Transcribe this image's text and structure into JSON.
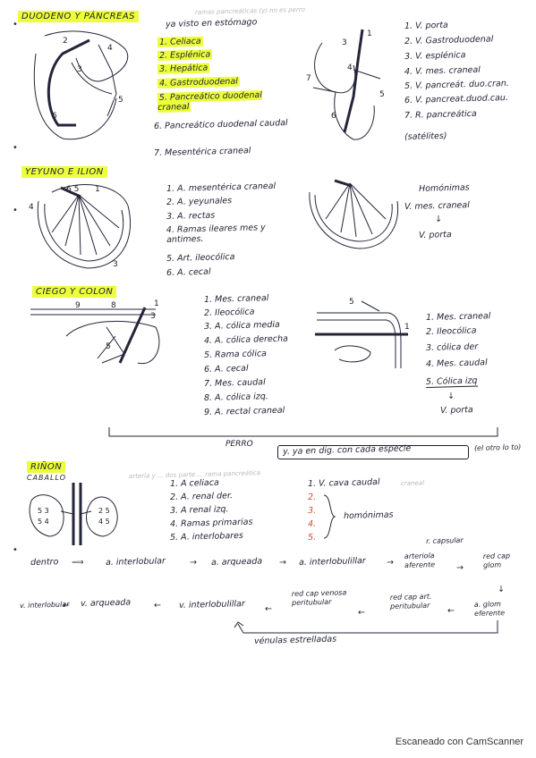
{
  "sections": {
    "duodeno": {
      "title": "DUODENO Y PÁNCREAS",
      "note_faint": "ramas pancreáticas (y) no es perro",
      "note": "ya visto en estómago",
      "items": [
        "1. Celiaca",
        "2. Esplénica",
        "3. Hepática",
        "4. Gastroduodenal",
        "5. Pancreático duodenal craneal",
        "6. Pancreático duodenal caudal",
        "7. Mesentérica craneal"
      ],
      "veins": [
        "1. V. porta",
        "2. V. Gastroduodenal",
        "3. V. esplénica",
        "4. V. mes. craneal",
        "5. V. pancreát. duo.cran.",
        "6. V. pancreat.duod.cau.",
        "7. R. pancreática"
      ],
      "veins_note": "(satélites)"
    },
    "yeyuno": {
      "title": "YEYUNO E ILION",
      "items": [
        "1. A. mesentérica craneal",
        "2. A. yeyunales",
        "3. A. rectas",
        "4. Ramas ileares mes y antimes.",
        "5. Art. ileocólica",
        "6. A. cecal"
      ],
      "right": [
        "Homónimas",
        "V. mes. craneal",
        "V. porta"
      ]
    },
    "ciego": {
      "title": "CIEGO Y COLON",
      "items": [
        "1. Mes. craneal",
        "2. Ileocólica",
        "3. A. cólica media",
        "4. A. cólica derecha",
        "5. Rama cólica",
        "6. A. cecal",
        "7. Mes. caudal",
        "8. A. cólica izq.",
        "9. A. rectal craneal"
      ],
      "veins": [
        "1. Mes. craneal",
        "2. Ileocólica",
        "3. cólica der",
        "4. Mes. caudal",
        "5. Cólica izq",
        "V. porta"
      ],
      "perro": "PERRO",
      "perro_note": "y. ya en dig. con cada especie",
      "perro_side": "(el otro lo to)"
    },
    "rinon": {
      "title": "RIÑON",
      "caballo": "CABALLO",
      "faint_top": "arteria y ... dos parte ... rama pancreática",
      "arteries": [
        "1. A celiaca",
        "2. A. renal der.",
        "3. A renal izq.",
        "4. Ramas primarias",
        "5. A. interlobares"
      ],
      "veins": [
        "1. V. cava caudal",
        "2.",
        "3.",
        "4.",
        "5."
      ],
      "veins_faint": "craneal",
      "homonimas": "homónimas",
      "flow": {
        "dentro": "dentro",
        "interlobular": "a. interlobular",
        "arqueada": "a. arqueada",
        "interlobulillar": "a. interlobulillar",
        "arteriola": "arteriola aferente",
        "r_capsular": "r. capsular",
        "red_cap_glom": "red cap glom",
        "a_glom": "a. glom eferente",
        "red_cap_art": "red cap art. peritubular",
        "red_cap_venosa": "red cap venosa peritubular",
        "v_interlobulillar": "v. interlobulillar",
        "v_arqueada": "v. arqueada",
        "v_interlobular": "v. interlobular",
        "venulas": "vénulas estrelladas"
      }
    }
  },
  "footer": "Escaneado con CamScanner"
}
